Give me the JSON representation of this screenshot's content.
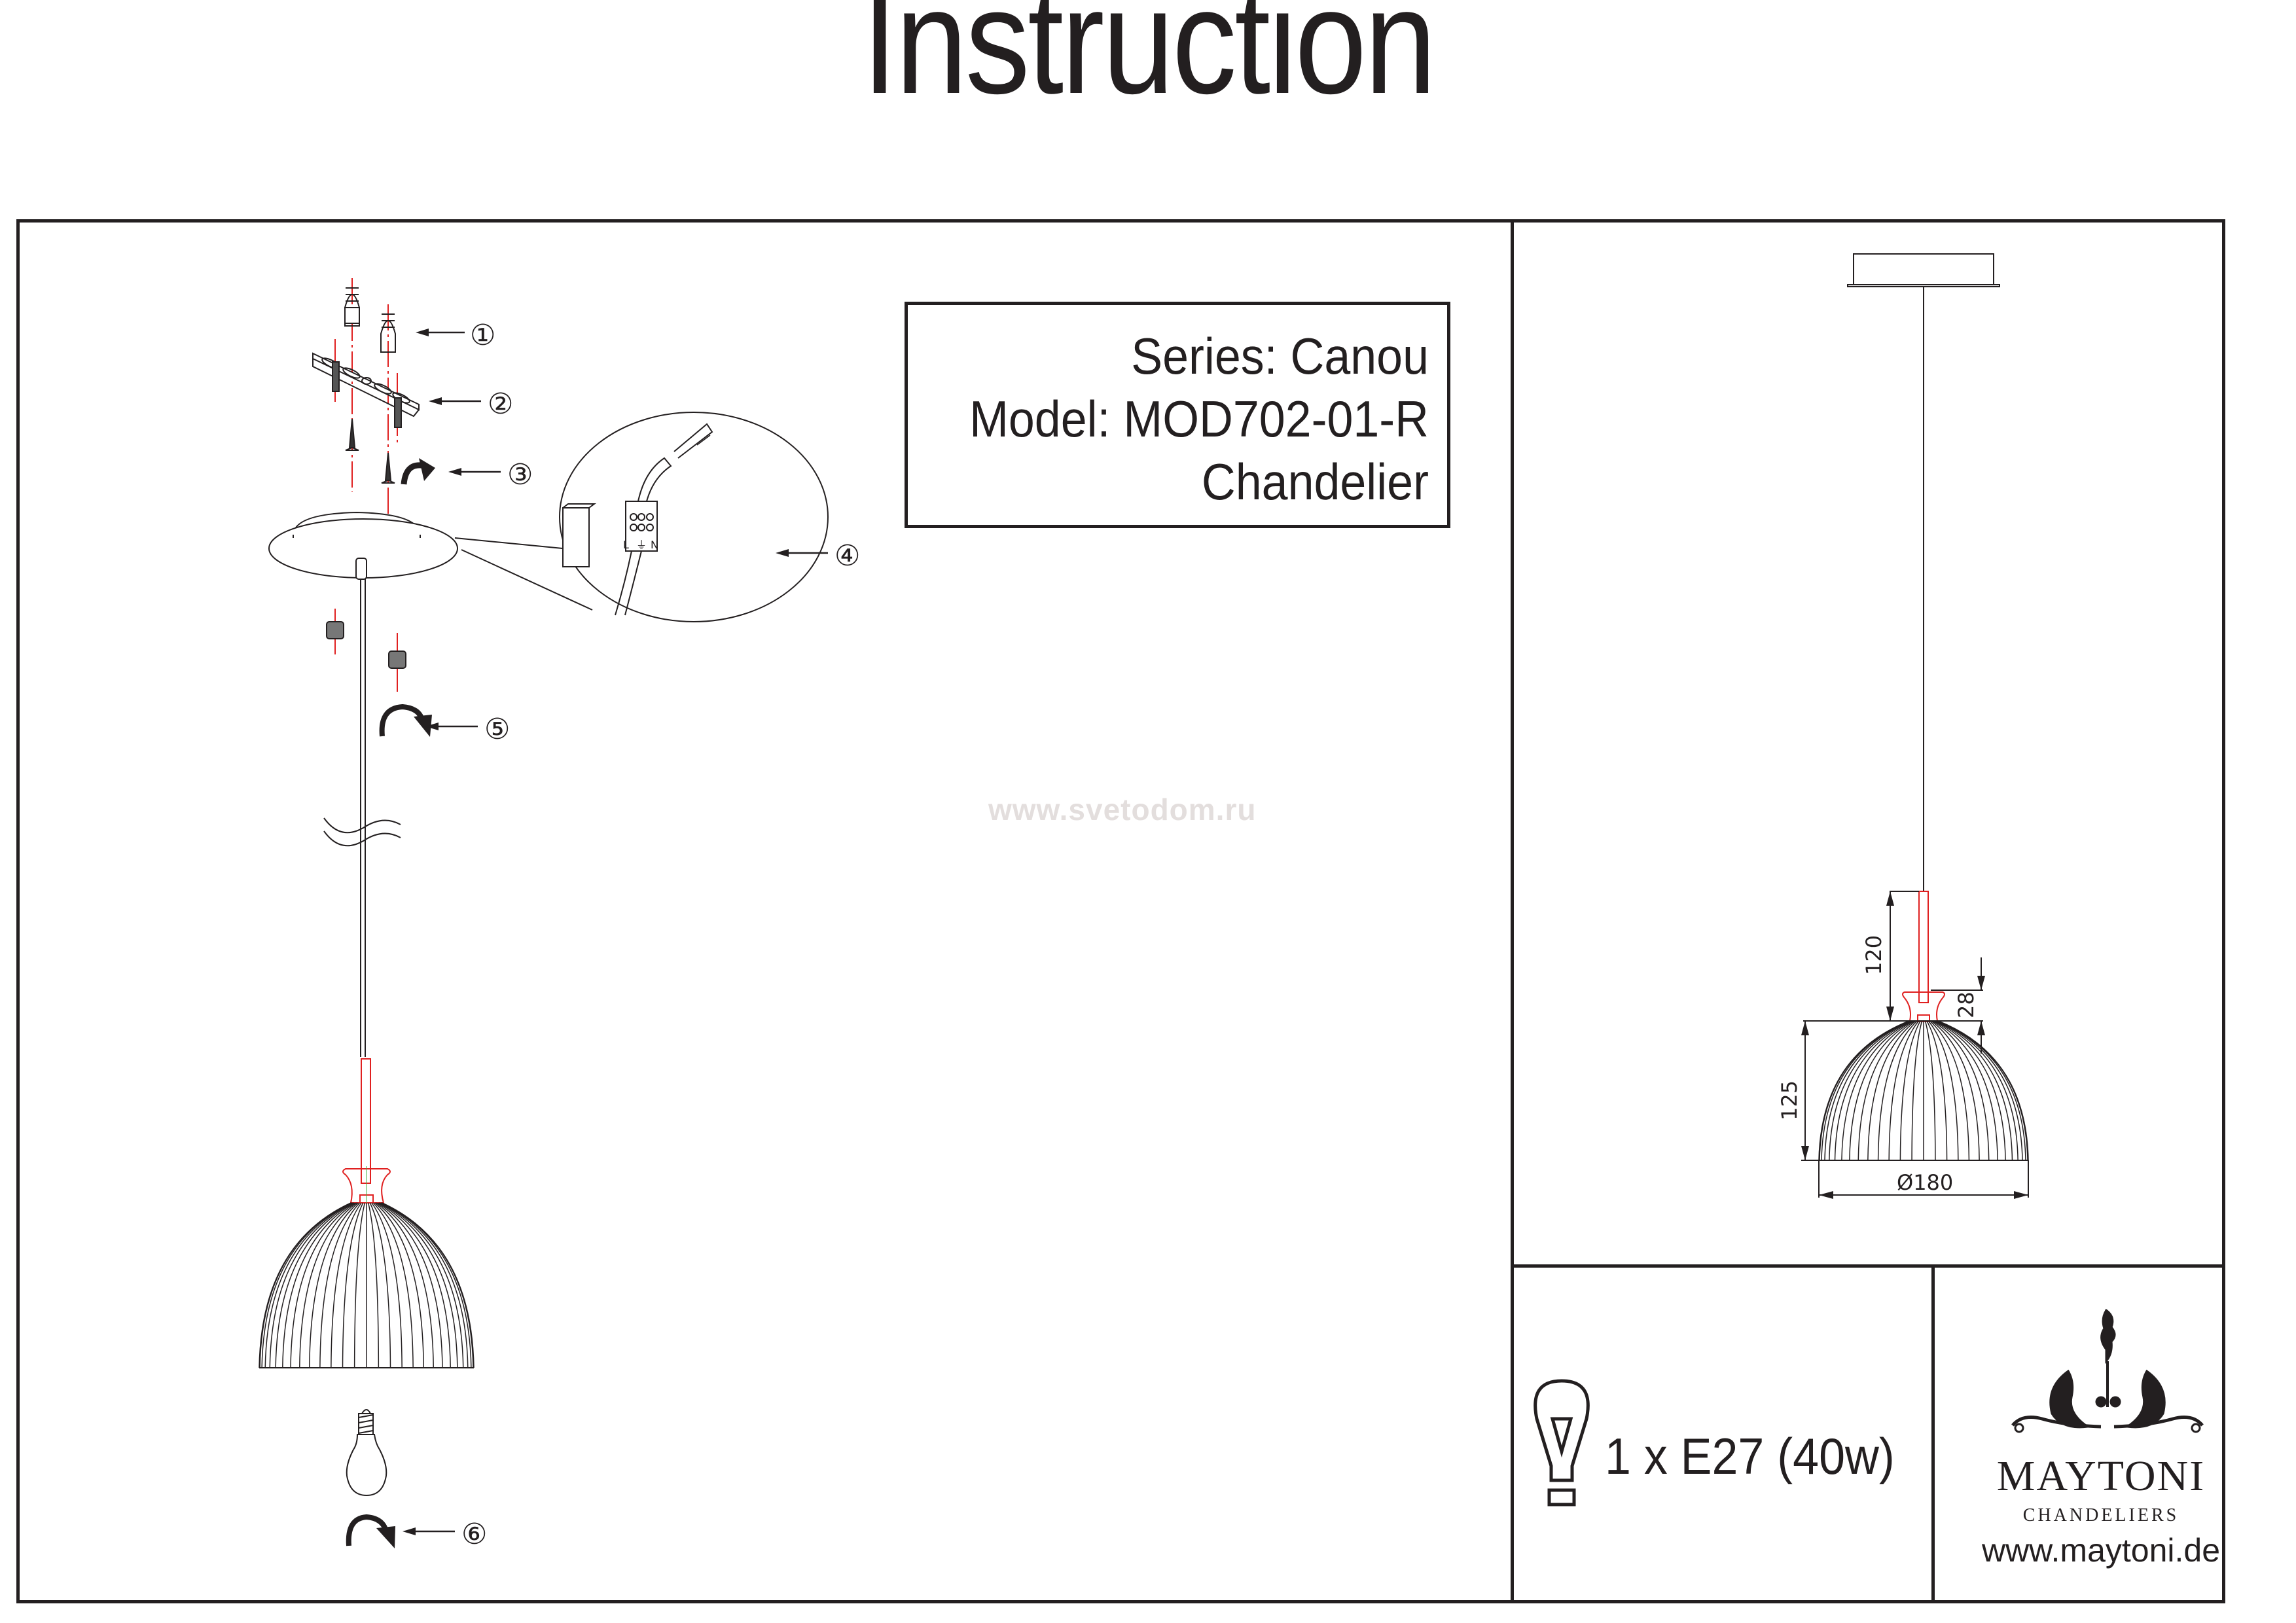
{
  "document": {
    "title": "Instruction"
  },
  "info_box": {
    "series": "Series: Canou",
    "model": "Model: MOD702-01-R",
    "type": "Chandelier"
  },
  "assembly_steps": [
    {
      "number": "1",
      "label": "①",
      "part": "wall-plug-icon"
    },
    {
      "number": "2",
      "label": "②",
      "part": "mounting-bracket-icon"
    },
    {
      "number": "3",
      "label": "③",
      "part": "screw-icon"
    },
    {
      "number": "4",
      "label": "④",
      "part": "terminal-block-icon"
    },
    {
      "number": "5",
      "label": "⑤",
      "part": "cap-nut-icon"
    },
    {
      "number": "6",
      "label": "⑥",
      "part": "light-bulb-icon"
    }
  ],
  "watermark": "www.svetodom.ru",
  "terminal_labels": [
    "L",
    "⏚",
    "N"
  ],
  "dimensions": {
    "rod_height": "120",
    "holder_height": "28",
    "shade_height": "125",
    "shade_diameter": "Ø180"
  },
  "bulb_spec": "1 x E27 (40w)",
  "brand": {
    "name": "MAYTONI",
    "subtitle": "CHANDELIERS",
    "website": "www.maytoni.de"
  },
  "colors": {
    "ink": "#231f20",
    "guide_red": "#e02020",
    "watermark": "#e3dedd",
    "axis_green": "#3cb043"
  }
}
